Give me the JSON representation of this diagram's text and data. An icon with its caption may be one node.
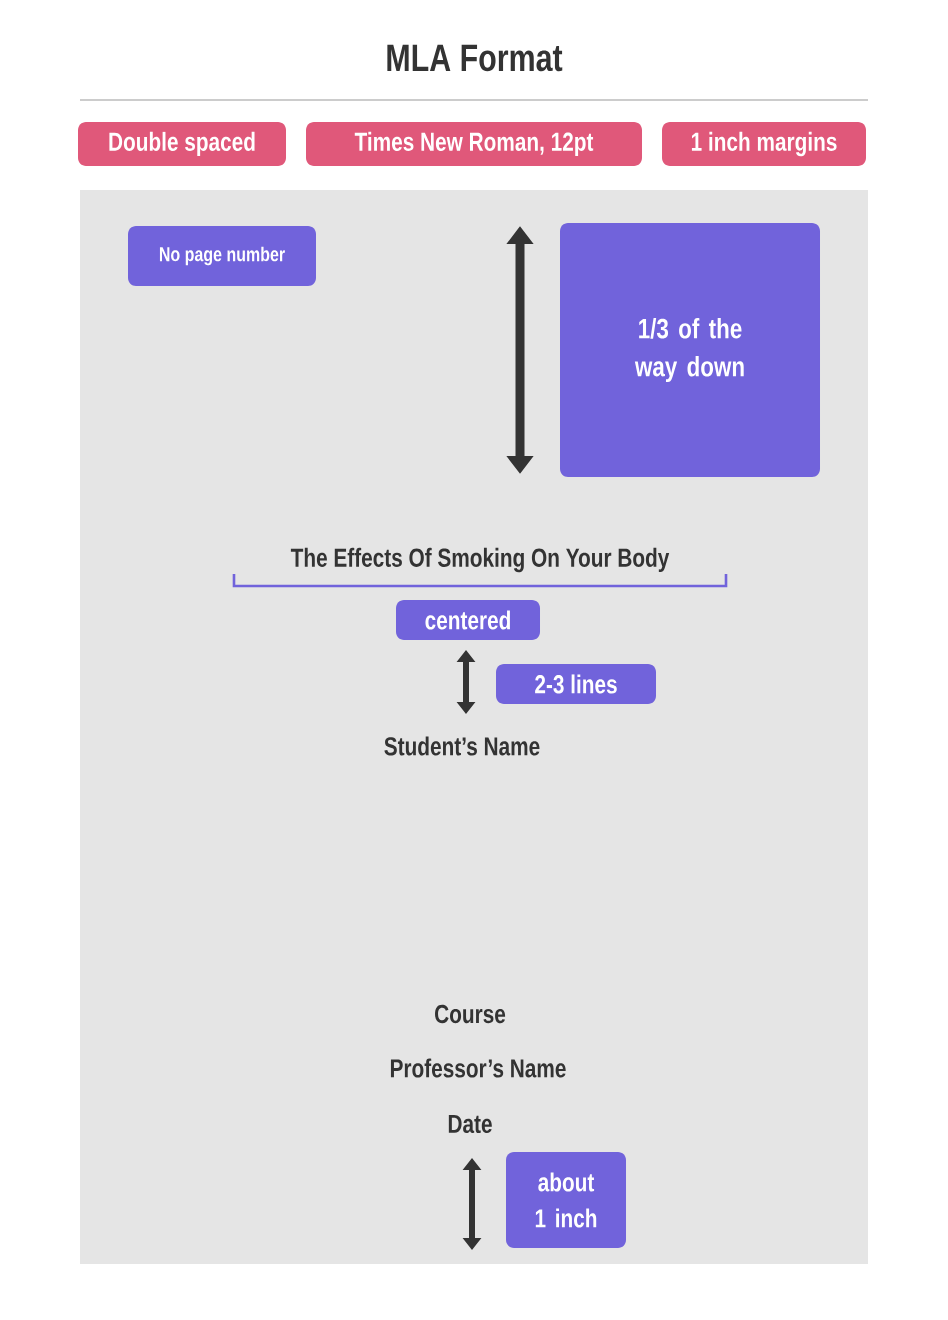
{
  "diagram": {
    "title": "MLA Format",
    "nodes": [
      {
        "text": [
          "Double spaced"
        ]
      },
      {
        "text": [
          "Times New Roman, 12pt"
        ]
      },
      {
        "text": [
          "1 inch margins"
        ]
      },
      {
        "text": [
          "No page number"
        ]
      },
      {
        "text": [
          "1/3 of the way down"
        ]
      },
      {
        "text": [
          "centered"
        ]
      },
      {
        "text": [
          "2-3 lines"
        ]
      },
      {
        "text": [
          "about 1 inch"
        ]
      }
    ],
    "labels": [
      "The Effects Of Smoking On Your Body",
      "Student’s Name",
      "Course",
      "Professor’s Name",
      "Date"
    ]
  }
}
